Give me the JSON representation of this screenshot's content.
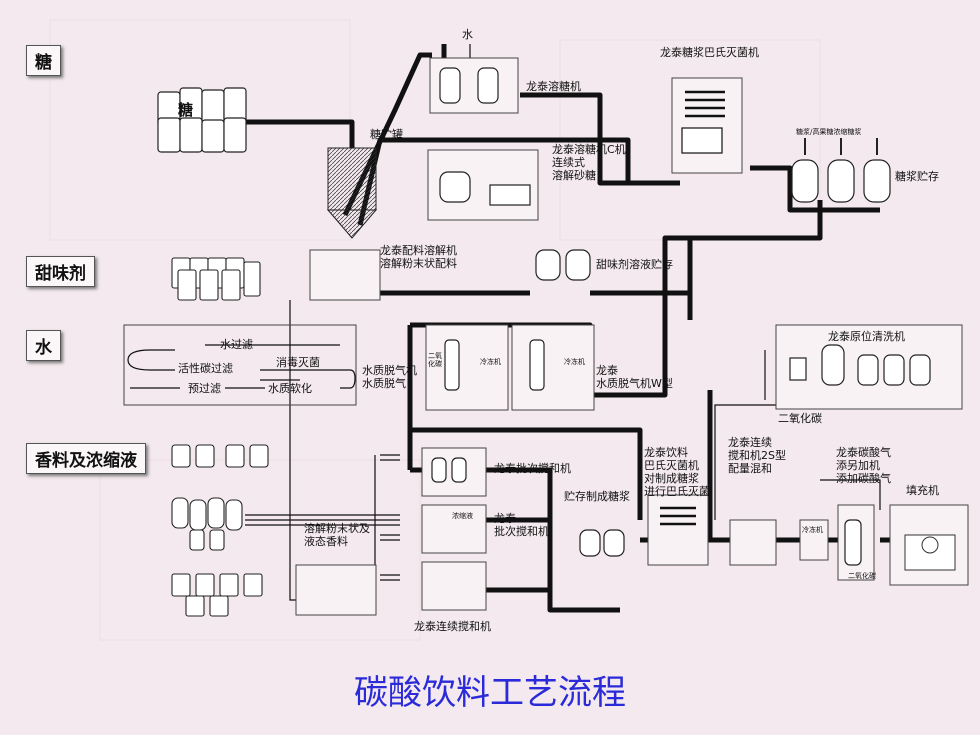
{
  "sections": {
    "sugar": "糖",
    "sweetener": "甜味剂",
    "water": "水",
    "flavor": "香料及浓缩液"
  },
  "labels": {
    "water_top": "水",
    "sugar_bag": "糖",
    "sugar_silo": "糖贮罐",
    "dissolver": "龙泰溶糖机",
    "pasteurizer_title": "龙泰糖浆巴氏灭菌机",
    "dissolver_c": "龙泰溶糖机C机\n连续式\n溶解砂糖",
    "syrup_note": "糖浆/高果糖浓缩糖浆",
    "syrup_storage": "糖浆贮存",
    "ingredient_dissolver": "龙泰配料溶解机\n溶解粉末状配料",
    "sweetener_storage": "甜味剂溶液贮存",
    "water_filter": "水过滤",
    "carbon_filter": "活性碳过滤",
    "disinfect": "消毒灭菌",
    "prefilter": "预过滤",
    "softening": "水质软化",
    "deaeration": "水质脱气机\n水质脱气",
    "deaerator_w": "龙泰\n水质脱气机W型",
    "cip": "龙泰原位清洗机",
    "co2": "二氧化碳",
    "batch_mixer": "龙泰批次搅和机",
    "syrup_prep": "贮存制成糖浆",
    "beverage_pasteurizer": "龙泰饮料\n巴氏灭菌机\n对制成糖浆\n进行巴氏灭菌",
    "continuous_mixer_2s": "龙泰连续\n搅和机2S型\n配量混和",
    "carbonator": "龙泰碳酸气\n添另加机\n添加碳酸气",
    "filler": "填充机",
    "powder_flavor": "溶解粉末状及\n液态香料",
    "batch_mixer2": "龙泰\n批次搅和机",
    "continuous_mixer": "龙泰连续搅和机",
    "tiny_cooler": "冷冻机",
    "tiny_co2": "二氧化碳",
    "tiny_concentrate": "浓缩液",
    "tiny_mix": "二氧\n化碳"
  },
  "title": "碳酸饮料工艺流程"
}
